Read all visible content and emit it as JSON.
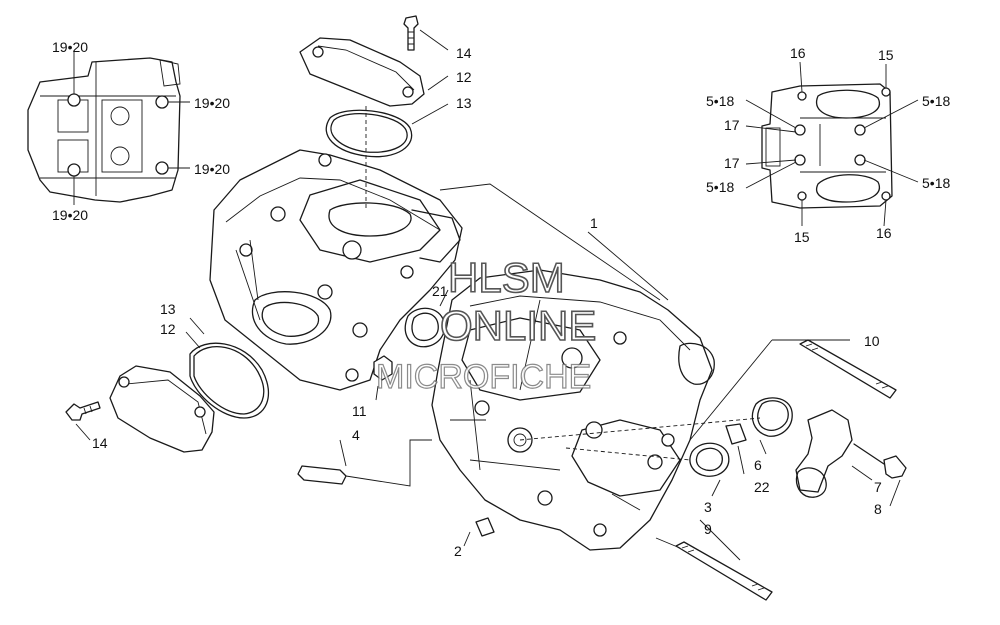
{
  "callouts": {
    "c1": "1",
    "c2": "2",
    "c3": "3",
    "c4": "4",
    "c6": "6",
    "c7": "7",
    "c8": "8",
    "c9": "9",
    "c10": "10",
    "c11": "11",
    "c12a": "12",
    "c12b": "12",
    "c13a": "13",
    "c13b": "13",
    "c14a": "14",
    "c14b": "14",
    "c15a": "15",
    "c15b": "15",
    "c16a": "16",
    "c16b": "16",
    "c17a": "17",
    "c17b": "17",
    "c21": "21",
    "c22": "22",
    "c518a": "5•18",
    "c518b": "5•18",
    "c518c": "5•18",
    "c518d": "5•18",
    "c1920a": "19•20",
    "c1920b": "19•20",
    "c1920c": "19•20",
    "c1920d": "19•20"
  },
  "watermark": {
    "line1": "HLSM",
    "line2": "ONLINE",
    "line3": "MICROFICHE"
  }
}
